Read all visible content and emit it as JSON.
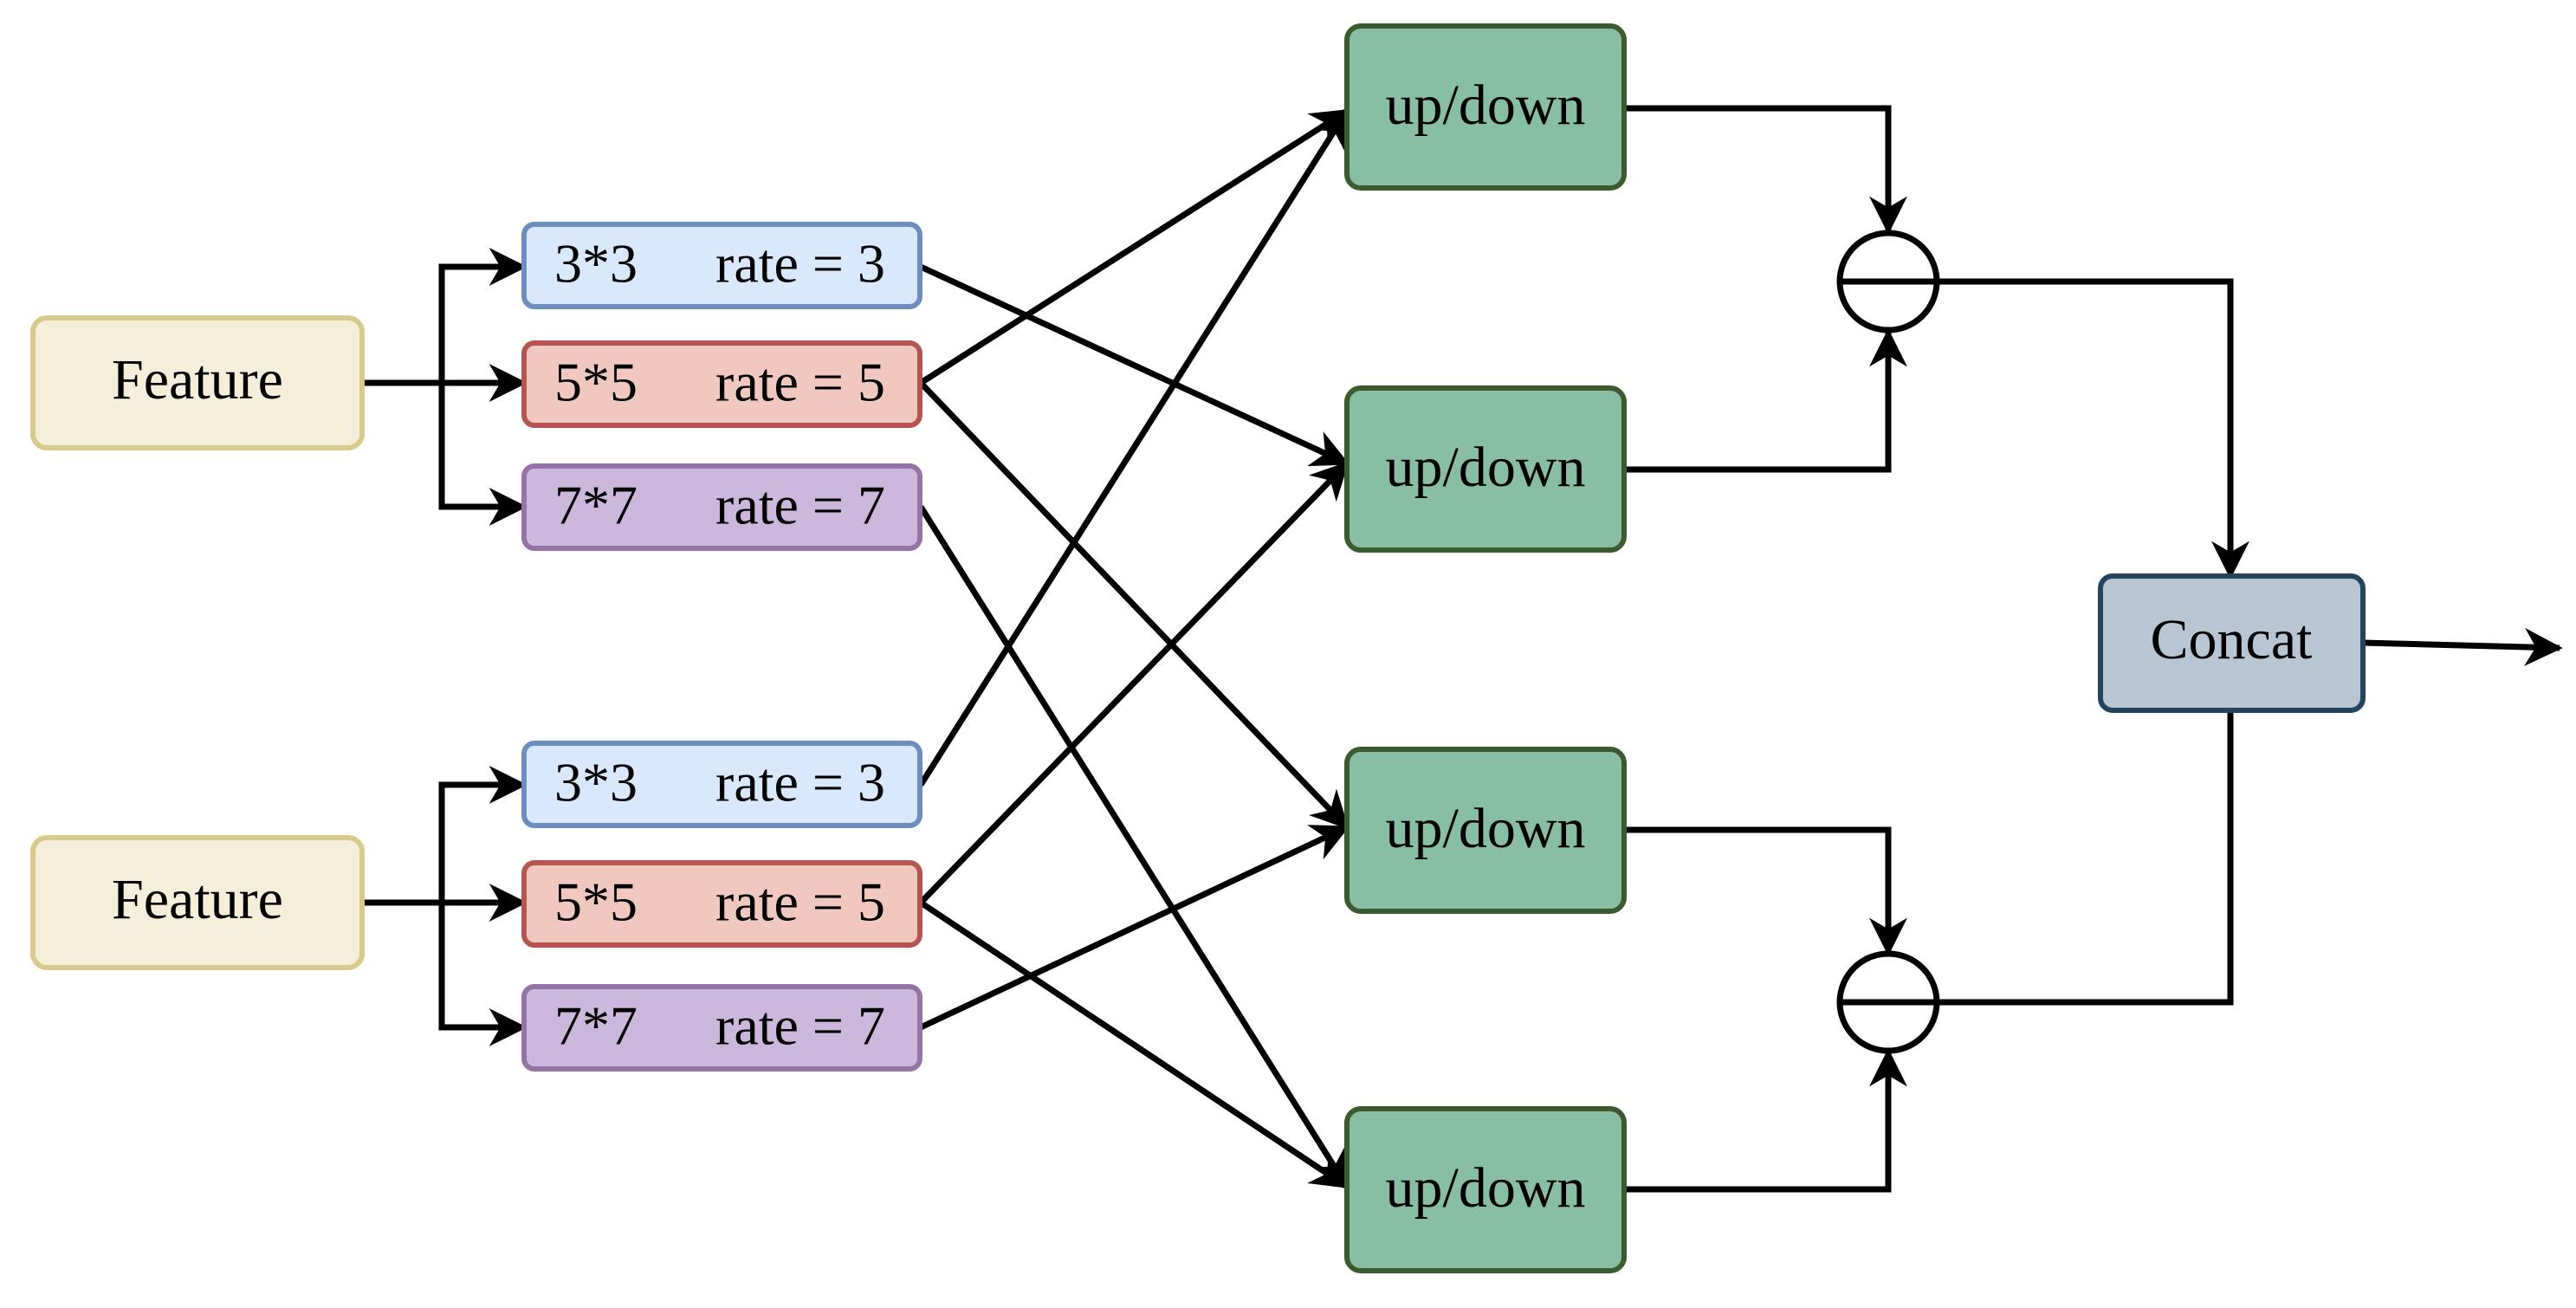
{
  "colors": {
    "feature_fill": "#f5eedb",
    "feature_stroke": "#d8c98c",
    "conv3_fill": "#dae8fc",
    "conv3_stroke": "#6c8ebf",
    "conv5_fill": "#f0c8c0",
    "conv5_stroke": "#b85450",
    "conv7_fill": "#cbb8dc",
    "conv7_stroke": "#9673a6",
    "updown_fill": "#88bea4",
    "updown_stroke": "#3b5a2e",
    "concat_fill": "#b8c6d4",
    "concat_stroke": "#23445d",
    "line": "#000000"
  },
  "features": [
    {
      "label": "Feature"
    },
    {
      "label": "Feature"
    }
  ],
  "branches": [
    [
      {
        "kernel": "3*3",
        "rate": "rate = 3"
      },
      {
        "kernel": "5*5",
        "rate": "rate = 5"
      },
      {
        "kernel": "7*7",
        "rate": "rate = 7"
      }
    ],
    [
      {
        "kernel": "3*3",
        "rate": "rate = 3"
      },
      {
        "kernel": "5*5",
        "rate": "rate = 5"
      },
      {
        "kernel": "7*7",
        "rate": "rate = 7"
      }
    ]
  ],
  "updown": [
    {
      "label": "up/down"
    },
    {
      "label": "up/down"
    },
    {
      "label": "up/down"
    },
    {
      "label": "up/down"
    }
  ],
  "combine_nodes": [
    {
      "icon": "subtract-circle-icon"
    },
    {
      "icon": "subtract-circle-icon"
    }
  ],
  "concat": {
    "label": "Concat"
  }
}
